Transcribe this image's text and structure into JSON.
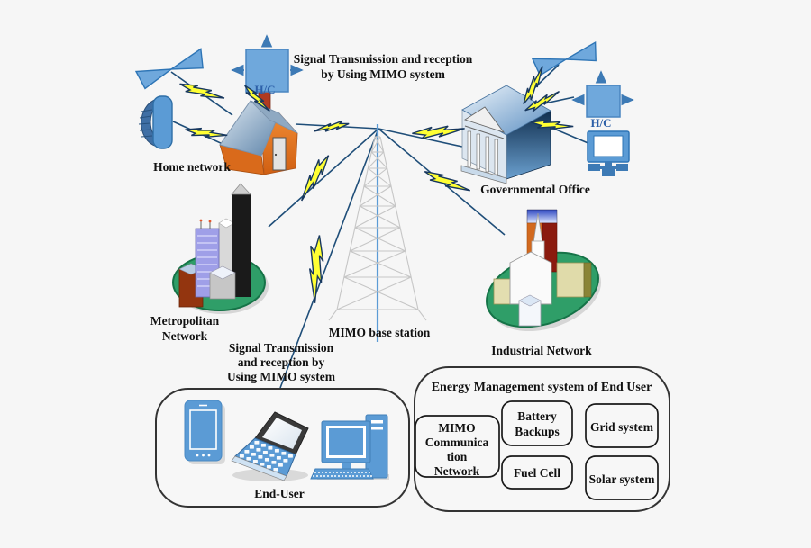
{
  "palette": {
    "background": "#f6f6f6",
    "connector_line": "#1f4e79",
    "bolt_fill": "#ffff33",
    "bolt_stroke": "#17375e",
    "device_blue": "#5b9bd5",
    "network_green": "#2f9e68",
    "text": "#111111",
    "hc_text": "#2c5fa8"
  },
  "labels": {
    "top_note": [
      "Signal Transmission and reception",
      "by Using MIMO system"
    ],
    "home_network": "Home network",
    "governmental_office": "Governmental Office",
    "metropolitan_network": [
      "Metropolitan",
      "Network"
    ],
    "mimo_base_station": "MIMO base station",
    "mid_note": [
      "Signal Transmission",
      "and reception by",
      "Using MIMO system"
    ],
    "industrial_network": "Industrial Network",
    "hc_left": "H/C",
    "hc_right": "H/C"
  },
  "end_user_panel": {
    "label": "End-User",
    "devices": [
      "smartphone",
      "laptop",
      "desktop-computer"
    ]
  },
  "energy_panel": {
    "title": "Energy Management system of End User",
    "mimo_box": [
      "MIMO",
      "Communica",
      "tion",
      "Network"
    ],
    "battery_box": [
      "Battery",
      "Backups"
    ],
    "grid_box": "Grid system",
    "fuel_box": "Fuel Cell",
    "solar_box": "Solar system"
  },
  "icons": {
    "home_antenna": "bowtie-antenna-icon",
    "home_dish": "dish-receiver-icon",
    "house": "house-icon",
    "hc_left_unit": "hc-converter-box-icon",
    "hc_right_unit": "hc-converter-box-icon",
    "gov_building": "government-building-icon",
    "gov_antenna": "bowtie-antenna-icon",
    "gov_computer": "networked-computer-icon",
    "metro_city": "city-buildings-icon",
    "industrial_city": "industrial-buildings-icon",
    "tower": "lattice-tower-icon",
    "phone": "smartphone-icon",
    "laptop": "laptop-icon",
    "desktop": "desktop-computer-icon",
    "bolts": "lightning-bolt-icon"
  }
}
